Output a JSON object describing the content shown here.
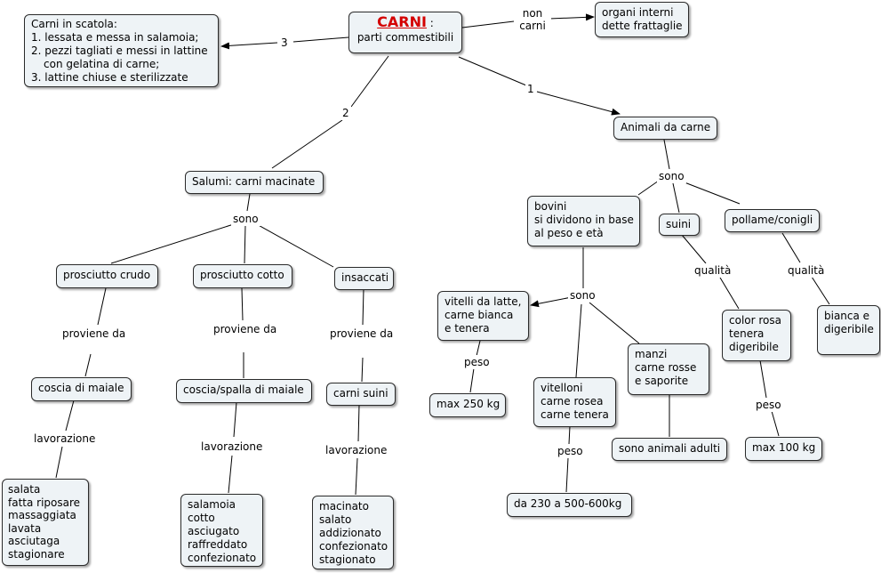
{
  "nodes": {
    "carni_title": "CARNI",
    "carni_colon": " :",
    "carni_sub": "parti commestibili",
    "organi": [
      "organi interni",
      "dette frattaglie"
    ],
    "scatola": [
      "Carni in scatola:",
      "1. lessata e messa in salamoia;",
      "2. pezzi tagliati e messi in lattine",
      "con gelatina di carne;",
      "3. lattine chiuse e sterilizzate"
    ],
    "animali": "Animali da carne",
    "salumi": "Salumi: carni macinate",
    "bovini": [
      "bovini",
      "si dividono in base",
      "al peso e età"
    ],
    "suini": "suini",
    "pollame": "pollame/conigli",
    "vitelli": [
      "vitelli da latte,",
      "carne bianca",
      "e tenera"
    ],
    "vitelloni": [
      "vitelloni",
      "carne rosea",
      "carne tenera"
    ],
    "manzi": [
      "manzi",
      "carne rosse",
      "e saporite"
    ],
    "adulti": "sono animali adulti",
    "max250": "max 250 kg",
    "peso230": "da 230 a 500-600kg",
    "colorrosa": [
      "color rosa",
      "tenera",
      "digeribile"
    ],
    "biancadig": [
      "bianca e",
      "digeribile"
    ],
    "max100": "max 100 kg",
    "crudo": "prosciutto crudo",
    "cotto": "prosciutto cotto",
    "insaccati": "insaccati",
    "coscia": "coscia di maiale",
    "coscia_spalla": "coscia/spalla di maiale",
    "carni_suini": "carni suini",
    "salata": [
      "salata",
      "fatta riposare",
      "massaggiata",
      "lavata",
      "asciutaga",
      "stagionare"
    ],
    "salamoia": [
      "salamoia",
      "cotto",
      "asciugato",
      "raffreddato",
      "confezionato"
    ],
    "macinato": [
      "macinato",
      "salato",
      "addizionato",
      "confezionato",
      "stagionato"
    ]
  },
  "labels": {
    "non": "non",
    "carni": "carni",
    "one": "1",
    "two": "2",
    "three": "3",
    "sono_animali": "sono",
    "sono_salumi": "sono",
    "sono_bovini": "sono",
    "qualita_suini": "qualità",
    "qualita_pollame": "qualità",
    "peso_vitelli": "peso",
    "peso_vitelloni": "peso",
    "peso_suini": "peso",
    "proviene_crudo": "proviene da",
    "proviene_cotto": "proviene da",
    "proviene_insaccati": "proviene da",
    "lav_crudo": "lavorazione",
    "lav_cotto": "lavorazione",
    "lav_insaccati": "lavorazione"
  }
}
